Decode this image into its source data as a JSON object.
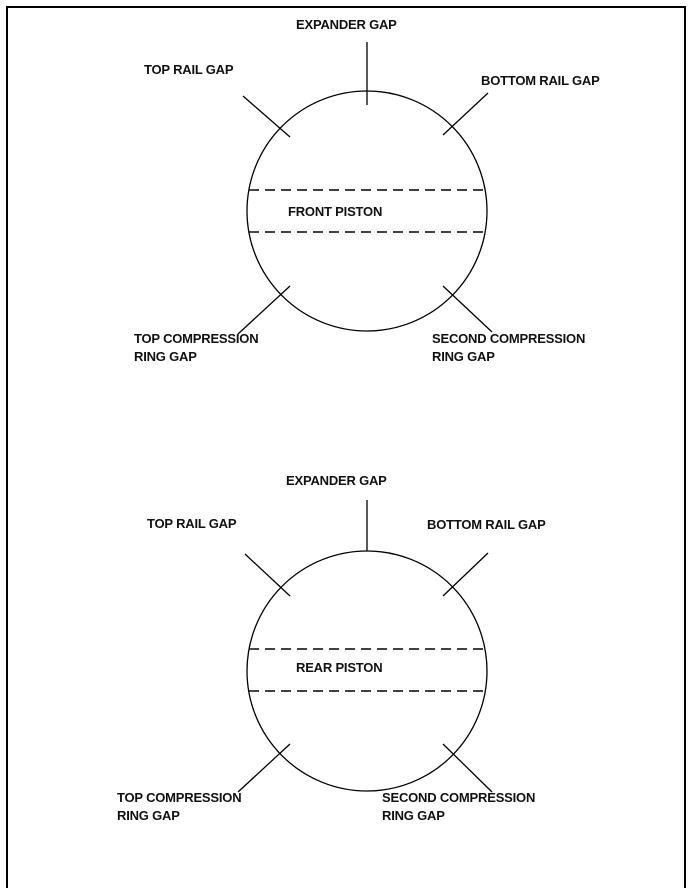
{
  "diagrams": [
    {
      "piston_label": "FRONT PISTON",
      "expander_gap": "EXPANDER GAP",
      "top_rail_gap": "TOP RAIL GAP",
      "bottom_rail_gap": "BOTTOM RAIL GAP",
      "top_compression_line1": "TOP COMPRESSION",
      "top_compression_line2": "RING GAP",
      "second_compression_line1": "SECOND COMPRESSION",
      "second_compression_line2": "RING GAP"
    },
    {
      "piston_label": "REAR PISTON",
      "expander_gap": "EXPANDER GAP",
      "top_rail_gap": "TOP RAIL GAP",
      "bottom_rail_gap": "BOTTOM RAIL GAP",
      "top_compression_line1": "TOP COMPRESSION",
      "top_compression_line2": "RING GAP",
      "second_compression_line1": "SECOND COMPRESSION",
      "second_compression_line2": "RING GAP"
    }
  ],
  "colors": {
    "line": "#000000",
    "text": "#111111",
    "background": "#ffffff"
  }
}
